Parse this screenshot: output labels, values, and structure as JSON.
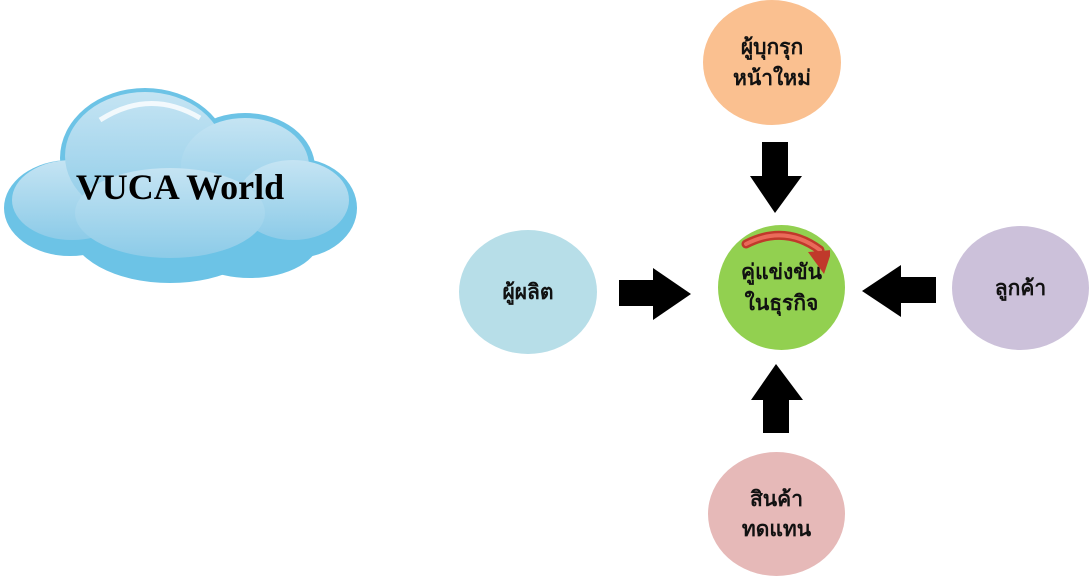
{
  "cloud": {
    "label": "VUCA World"
  },
  "center": {
    "line1": "คู่แข่งขัน",
    "line2": "ในธุรกิจ",
    "color": "#92d050"
  },
  "nodes": {
    "top": {
      "line1": "ผู้บุกรุก",
      "line2": "หน้าใหม่",
      "color": "#fac090"
    },
    "left": {
      "line1": "ผู้ผลิต",
      "color": "#b7dee8"
    },
    "right": {
      "line1": "ลูกค้า",
      "color": "#ccc1da"
    },
    "bottom": {
      "line1": "สินค้า",
      "line2": "ทดแทน",
      "color": "#e6b9b8"
    }
  }
}
